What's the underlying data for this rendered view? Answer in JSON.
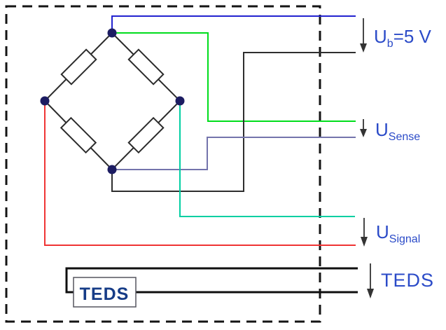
{
  "diagram": {
    "type": "wheatstone-bridge-sensor-with-teds-wiring",
    "labels": {
      "ub_main": "U",
      "ub_sub": "b",
      "ub_rest": "=5 V",
      "usense_main": "U",
      "usense_sub": "Sense",
      "usignal_main": "U",
      "usignal_sub": "Signal",
      "teds_arrow_label": "TEDS",
      "teds_box_label": "TEDS"
    },
    "colors": {
      "wire_excitation_pos": "#2323d0",
      "wire_sense_pos": "#00dd1c",
      "wire_excitation_neg": "#2e2e2e",
      "wire_sense_neg": "#7474ac",
      "wire_signal_pos": "#00cfa2",
      "wire_signal_neg": "#ef3434",
      "wire_teds": "#0f0f0f",
      "bridge_outline": "#2b2b2b",
      "resistor_fill": "#ffffff",
      "node_fill": "#1c1c62",
      "arrow": "#333333",
      "label_text": "#2b4bc8",
      "teds_box_text": "#163c87",
      "teds_box_border": "#55555f",
      "dashed_border": "#141414"
    }
  }
}
